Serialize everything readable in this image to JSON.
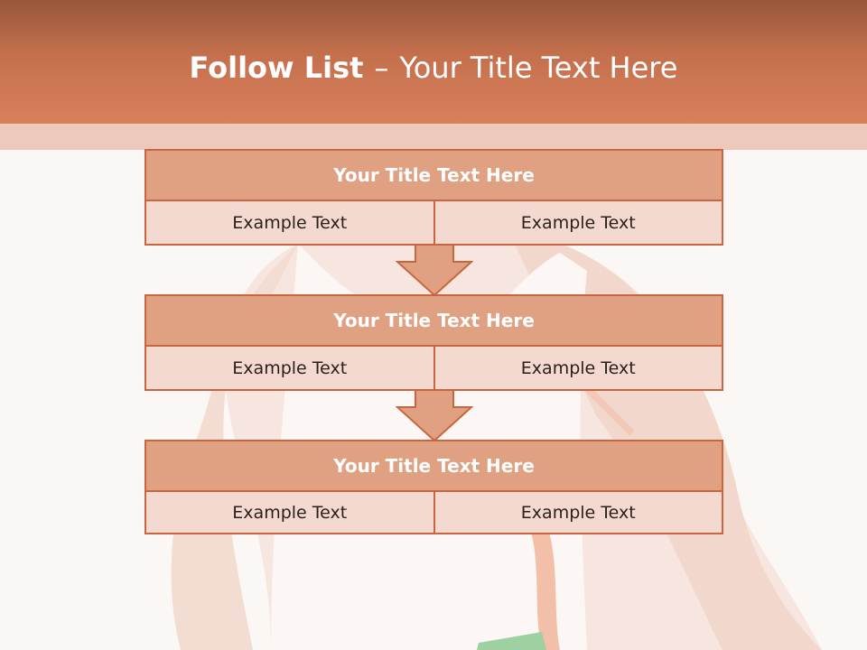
{
  "header": {
    "title_bold": "Follow List",
    "title_separator": "–",
    "title_rest": "Your Title Text Here"
  },
  "blocks": [
    {
      "title": "Your Title Text Here",
      "left": "Example Text",
      "right": "Example Text"
    },
    {
      "title": "Your Title Text Here",
      "left": "Example Text",
      "right": "Example Text"
    },
    {
      "title": "Your Title Text Here",
      "left": "Example Text",
      "right": "Example Text"
    }
  ],
  "colors": {
    "header": "#c5704d",
    "block_header": "#e0a183",
    "block_border": "#c9663f",
    "block_body": "#f3d9d0",
    "arrow": "#e0a183"
  }
}
